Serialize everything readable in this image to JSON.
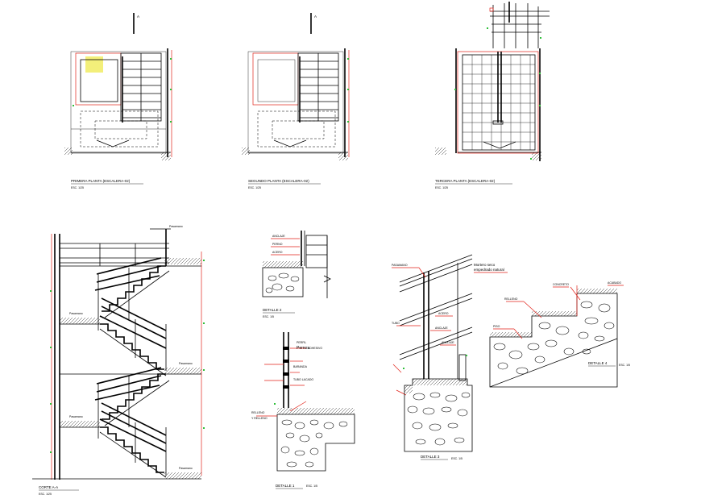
{
  "plans": [
    {
      "title": "PRIMERA PLANTA (ESCALERA-02)",
      "scale": "ESC. 1/25"
    },
    {
      "title": "SEGUNDO PLANTA (ESCALERA-02)",
      "scale": "ESC. 1/25"
    },
    {
      "title": "TERCERA PLANTA (ESCALERA-02)",
      "scale": "ESC. 1/25"
    }
  ],
  "cut_marker": "A",
  "section": {
    "title": "CORTE A-A",
    "scale": "ESC. 1/25",
    "labels": [
      "Pasamano",
      "Pasamano",
      "Pasamano"
    ]
  },
  "details": {
    "d2": {
      "title": "DETALLE 2",
      "scale": "ESC. 1/5"
    },
    "d1": {
      "title": "DETALLE 1",
      "scale": "ESC. 1/5",
      "labels": [
        "Pernos",
        "ADHESIVO",
        "Y RELLENO"
      ]
    },
    "d3": {
      "title": "DETALLE 3",
      "scale": "ESC. 1/5",
      "labels": [
        "PASAMANO",
        "ACERO",
        "ANCLAJE"
      ]
    },
    "d4": {
      "title": "DETALLE 4",
      "scale": "ESC. 1/5",
      "notes": [
        "Mortero seco",
        "empedrado natural"
      ]
    }
  },
  "colors": {
    "red": "#e2231a",
    "green": "#2fbf3a",
    "yellow": "#f3ef7a"
  }
}
